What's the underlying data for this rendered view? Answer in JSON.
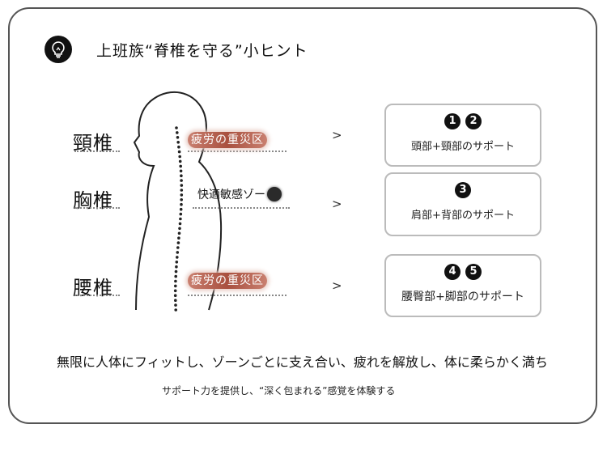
{
  "title": "上班族“脊椎を守る”小ヒント",
  "icons": {
    "title_icon": "lightbulb-icon"
  },
  "regions": [
    {
      "label": "頸椎"
    },
    {
      "label": "胸椎"
    },
    {
      "label": "腰椎"
    }
  ],
  "tags": {
    "neck": "疲労の重災区",
    "chest": "快適敏感ゾー",
    "lumbar": "疲労の重災区"
  },
  "arrow": ">",
  "boxes": [
    {
      "numbers": [
        "1",
        "2"
      ],
      "label": "頭部+頸部のサポート"
    },
    {
      "numbers": [
        "3"
      ],
      "label": "肩部+背部のサポート"
    },
    {
      "numbers": [
        "4",
        "5"
      ],
      "label": "腰臀部+脚部のサポート"
    }
  ],
  "description": {
    "line1": "無限に人体にフィットし、ゾーンごとに支え合い、疲れを解放し、体に柔らかく満ち",
    "line2": "サポート力を提供し、“深く包まれる”感覚を体験する"
  },
  "colors": {
    "tag_fill": "#a9503f",
    "frame": "#555555"
  }
}
